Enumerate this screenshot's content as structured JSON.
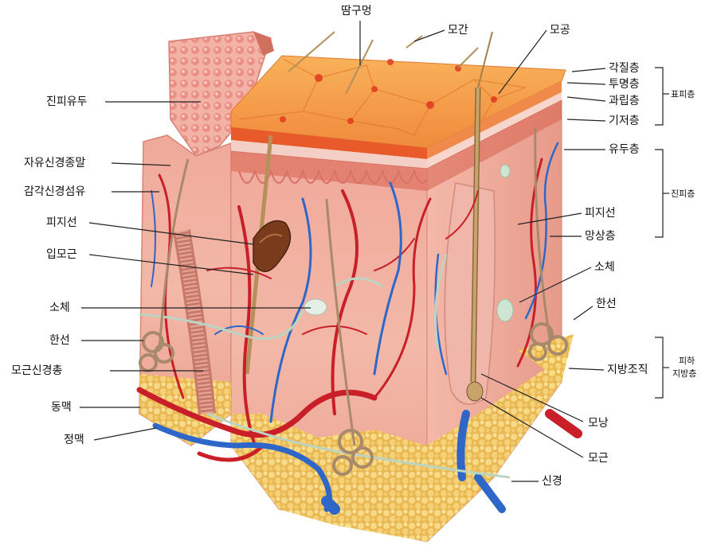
{
  "labels": {
    "jinpi_yudu": "진피유두",
    "jayu_singyeong": "자유신경종말",
    "gamgak_singyeong": "감각신경섬유",
    "piji_left": "피지선",
    "ipmo": "입모근",
    "soche_left": "소체",
    "hanseon_left": "한선",
    "mogeun_singyeong": "모근신경총",
    "dongmaek": "동맥",
    "jeongmaek": "정맥",
    "ttam": "땀구멍",
    "mogan": "모간",
    "mogong": "모공",
    "gakjil": "각질층",
    "tumyeong": "투명층",
    "gwarip": "과립층",
    "gijeo": "기저층",
    "yudu": "유두층",
    "piji_right": "피지선",
    "mangsang": "망상층",
    "soche_right": "소체",
    "hanseon_right": "한선",
    "jibang_jojik": "지방조직",
    "monang": "모낭",
    "mogeun": "모근",
    "singyeong": "신경"
  },
  "groups": {
    "pyopi": "표피층",
    "jinpi": "진피층",
    "piha_1": "피하",
    "piha_2": "지방층"
  },
  "colors": {
    "epidermis": "#f6a04a",
    "epidermis_dark": "#e9803a",
    "dermis": "#f2b3a2",
    "dermis_edge": "#e58e80",
    "fat": "#f2cf6a",
    "artery": "#d0202a",
    "vein": "#2f67c8",
    "nerve": "#c8dccc",
    "hair": "#c9a46a",
    "gland": "#b99872"
  }
}
